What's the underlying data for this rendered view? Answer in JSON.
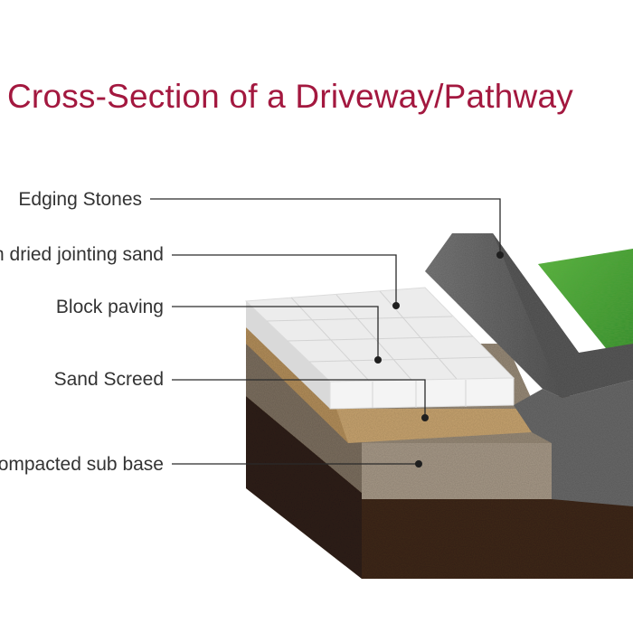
{
  "title": "Cross-Section of a Driveway/Pathway",
  "layers": [
    {
      "key": "edging",
      "label": "Edging Stones"
    },
    {
      "key": "jointing",
      "label": "Kiln dried jointing sand"
    },
    {
      "key": "paving",
      "label": "Block paving"
    },
    {
      "key": "screed",
      "label": "Sand Screed"
    },
    {
      "key": "subbase",
      "label": "Compacted sub base"
    }
  ],
  "colors": {
    "title": "#a3183f",
    "label": "#333333",
    "leader": "#2a2a2a",
    "paving_top": "#ececec",
    "paving_front": "#f4f4f4",
    "screed": "#c9a571",
    "subbase": "#a79a88",
    "soil": "#3f2a1e",
    "edging": "#6a6a6a",
    "grass": "#4aa13a"
  }
}
